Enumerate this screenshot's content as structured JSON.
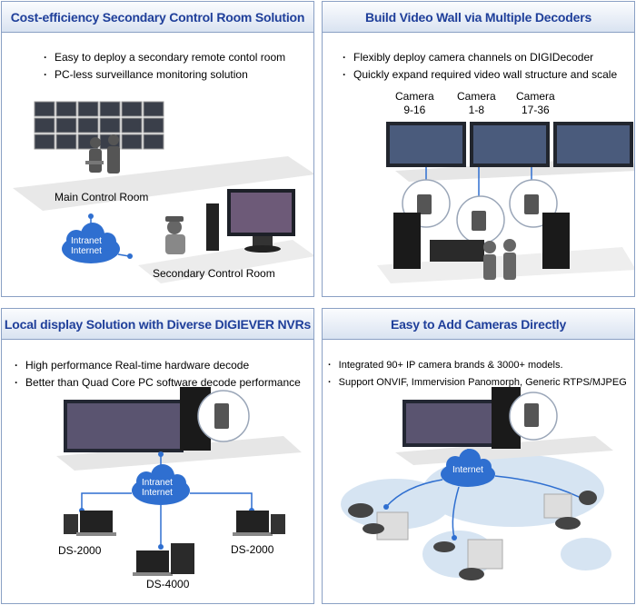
{
  "panels": [
    {
      "title": "Cost-efficiency Secondary Control Room Solution",
      "bullets": [
        "Easy to deploy a secondary remote contol room",
        "PC-less surveillance monitoring solution"
      ],
      "labels": {
        "main_room": "Main Control Room",
        "secondary_room": "Secondary Control Room",
        "cloud": [
          "Intranet",
          "Internet"
        ]
      }
    },
    {
      "title": "Build Video Wall via Multiple Decoders",
      "bullets": [
        "Flexibly deploy camera channels on DIGIDecoder",
        "Quickly expand required video wall structure and scale"
      ],
      "cameras": [
        {
          "name": "Camera",
          "range": "9-16"
        },
        {
          "name": "Camera",
          "range": "1-8"
        },
        {
          "name": "Camera",
          "range": "17-36"
        }
      ]
    },
    {
      "title": "Local display Solution with Diverse DIGIEVER NVRs",
      "bullets": [
        "High performance Real-time hardware decode",
        "Better than Quad Core PC software decode performance"
      ],
      "labels": {
        "cloud": [
          "Intranet",
          "Internet"
        ],
        "left": "DS-2000",
        "right": "DS-2000",
        "bottom": "DS-4000"
      }
    },
    {
      "title": "Easy to Add Cameras Directly",
      "bullets": [
        "Integrated 90+ IP camera brands & 3000+ models.",
        "Support ONVIF, Immervision Panomorph, Generic RTPS/MJPEG"
      ],
      "labels": {
        "cloud": "Internet"
      }
    }
  ],
  "colors": {
    "header_text": "#1f3f9a",
    "border": "#8aa0c4",
    "cloud": "#2f6fd0"
  }
}
